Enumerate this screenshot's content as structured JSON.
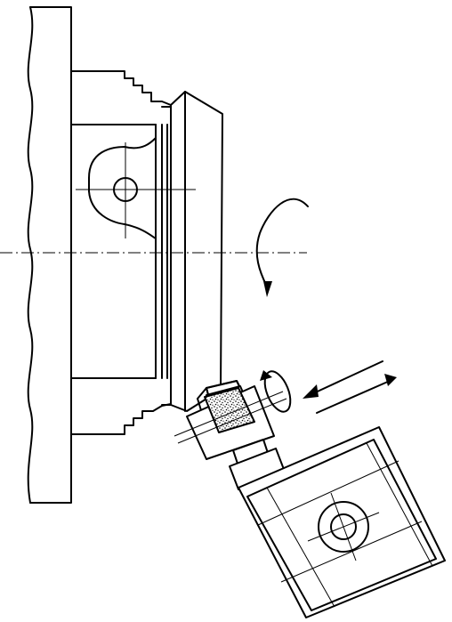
{
  "figure": {
    "description_visible_text": "",
    "colors": {
      "ink": "#000000",
      "paper": "#ffffff"
    },
    "parts": [
      "machine-column",
      "chuck-body",
      "chuck-jaws",
      "faceplate-disc",
      "workpiece-bracket",
      "grinding-wheel",
      "wheel-spindle",
      "wheelhead",
      "rotation-arrow",
      "feed-arrows"
    ]
  }
}
